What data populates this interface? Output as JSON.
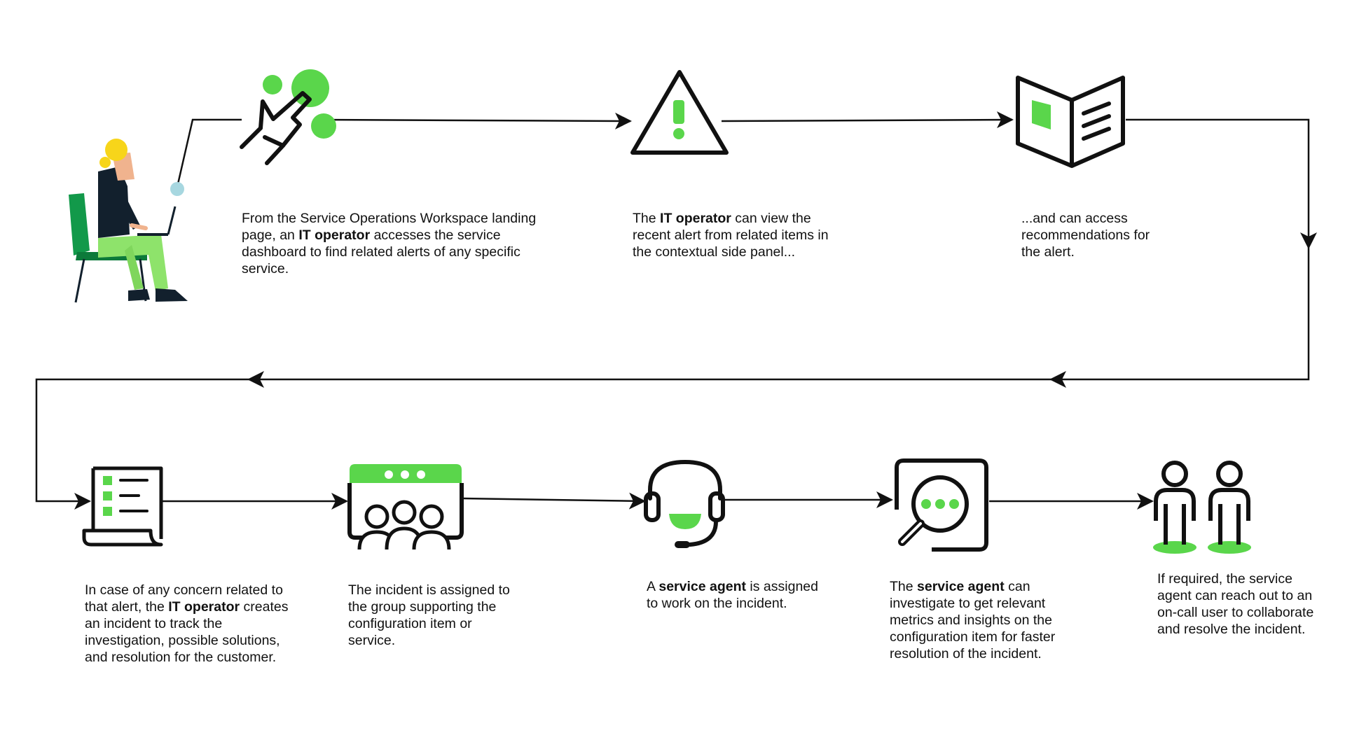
{
  "colors": {
    "accent_green": "#5ad64b",
    "dark_green": "#12994a",
    "ink": "#111111",
    "person_top": "#12202d",
    "person_hair": "#f7d51a",
    "person_skin": "#f0b38e",
    "dot_teal": "#a7d7e0"
  },
  "steps": [
    {
      "id": "step-1",
      "icon": "touch-hand-icon",
      "text": [
        {
          "t": "From the Service Operations Workspace landing page, an ",
          "b": false
        },
        {
          "t": "IT operator",
          "b": true
        },
        {
          "t": " accesses the service dashboard to find related alerts of any specific service.",
          "b": false
        }
      ]
    },
    {
      "id": "step-2",
      "icon": "warning-triangle-icon",
      "text": [
        {
          "t": "The ",
          "b": false
        },
        {
          "t": "IT operator",
          "b": true
        },
        {
          "t": " can view the recent alert from related items in the contextual side panel...",
          "b": false
        }
      ]
    },
    {
      "id": "step-3",
      "icon": "open-book-icon",
      "text": [
        {
          "t": "...and can access recommendations for the alert.",
          "b": false
        }
      ]
    },
    {
      "id": "step-4",
      "icon": "checklist-scroll-icon",
      "text": [
        {
          "t": "In case of any concern related to that alert, the ",
          "b": false
        },
        {
          "t": "IT operator",
          "b": true
        },
        {
          "t": " creates an incident to track the investigation, possible solutions, and resolution for the customer.",
          "b": false
        }
      ]
    },
    {
      "id": "step-5",
      "icon": "group-window-icon",
      "text": [
        {
          "t": "The incident is assigned to the group supporting the configuration item or service.",
          "b": false
        }
      ]
    },
    {
      "id": "step-6",
      "icon": "headset-agent-icon",
      "text": [
        {
          "t": "A ",
          "b": false
        },
        {
          "t": "service agent",
          "b": true
        },
        {
          "t": " is assigned to work on the incident.",
          "b": false
        }
      ]
    },
    {
      "id": "step-7",
      "icon": "magnifier-screen-icon",
      "text": [
        {
          "t": "The ",
          "b": false
        },
        {
          "t": "service agent",
          "b": true
        },
        {
          "t": " can investigate to get relevant metrics and insights on the configuration item for faster resolution of the incident.",
          "b": false
        }
      ]
    },
    {
      "id": "step-8",
      "icon": "two-people-icon",
      "text": [
        {
          "t": "If required, the service agent  can reach out to an on-call user to collaborate and resolve the incident.",
          "b": false
        }
      ]
    }
  ]
}
